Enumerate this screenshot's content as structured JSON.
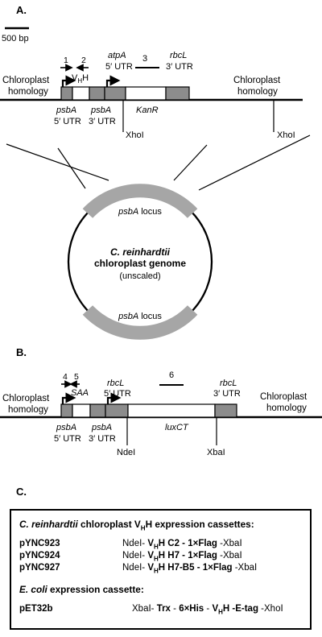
{
  "panel_a": {
    "label": "A.",
    "scale_bar": "500 bp",
    "primer_1": "1",
    "primer_2": "2",
    "primer_3": "3",
    "vhh_label": "V",
    "vhh_sub": "H",
    "vhh_suffix": "H",
    "atpa_label": "atpA",
    "atpa_utr": "5′ UTR",
    "rbcl_label": "rbcL",
    "rbcl_utr": "3′ UTR",
    "chloro_left_1": "Chloroplast",
    "chloro_left_2": "homology",
    "chloro_right_1": "Chloroplast",
    "chloro_right_2": "homology",
    "psba5_label": "psbA",
    "psba5_utr": "5′ UTR",
    "psba3_label": "psbA",
    "psba3_utr": "3′ UTR",
    "kanr_label": "KanR",
    "xho_1": "XhoI",
    "xho_2": "XhoI",
    "locus_top": "psbA",
    "locus_top_suffix": " locus",
    "genome_1": "C. reinhardtii",
    "genome_2": "chloroplast genome",
    "genome_3": "(unscaled)",
    "locus_bottom": "psbA",
    "locus_bottom_suffix": " locus"
  },
  "panel_b": {
    "label": "B.",
    "primer_4": "4",
    "primer_5": "5",
    "saa_label": "SAA",
    "rbcl5_label": "rbcL",
    "rbcl5_utr": "5′ UTR",
    "primer_6": "6",
    "rbcl3_label": "rbcL",
    "rbcl3_utr": "3′ UTR",
    "chloro_left_1": "Chloroplast",
    "chloro_left_2": "homology",
    "chloro_right_1": "Chloroplast",
    "chloro_right_2": "homology",
    "psba5_label": "psbA",
    "psba5_utr": "5′ UTR",
    "psba3_label": "psbA",
    "psba3_utr": "3′ UTR",
    "luxct_label": "luxCT",
    "ndei": "NdeI",
    "xbai": "XbaI"
  },
  "panel_c": {
    "label": "C.",
    "heading_species": "C. reinhardtii",
    "heading_rest_1": " chloroplast V",
    "heading_sub": "H",
    "heading_rest_2": "H expression cassettes:",
    "chloro_rows": [
      {
        "plasmid": "pYNC923",
        "pre": "NdeI- ",
        "v": "V",
        "sub": "H",
        "insert": "H C2",
        "tag": " - 1×Flag",
        "post": " -XbaI"
      },
      {
        "plasmid": "pYNC924",
        "pre": "NdeI- ",
        "v": "V",
        "sub": "H",
        "insert": "H H7",
        "tag": " - 1×Flag",
        "post": " -XbaI"
      },
      {
        "plasmid": "pYNC927",
        "pre": "NdeI- ",
        "v": "V",
        "sub": "H",
        "insert": "H H7-B5",
        "tag": " - 1×Flag",
        "post": " -XbaI"
      }
    ],
    "ecoli_species": "E. coli",
    "ecoli_rest": " expression cassette:",
    "ecoli_row": {
      "plasmid": "pET32b",
      "pre": "XbaI- ",
      "trx": "Trx",
      "mid": " - ",
      "his": "6×His",
      "mid2": " - ",
      "v": "V",
      "sub": "H",
      "insert": "H -E-tag",
      "post": " -XhoI"
    }
  }
}
